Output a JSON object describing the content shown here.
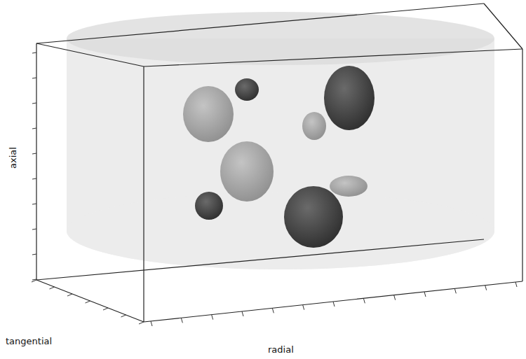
{
  "diagram": {
    "labels": [
      "axial",
      "tangential",
      "radial"
    ]
  }
}
